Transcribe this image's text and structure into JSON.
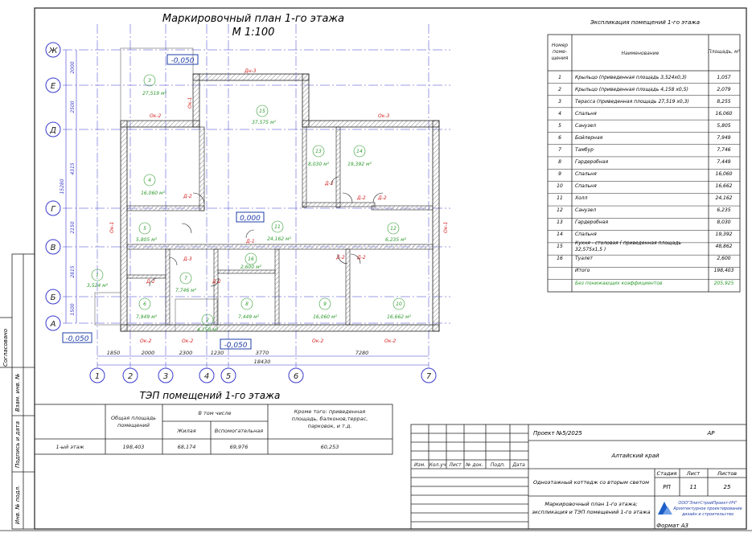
{
  "plan_title": "Маркировочный план 1-го этажа",
  "plan_scale": "М 1:100",
  "levels": [
    "-0,050",
    "0,000",
    "-0,050",
    "-0,050"
  ],
  "axes_letters": [
    "Ж",
    "Е",
    "Д",
    "Г",
    "В",
    "Б",
    "А"
  ],
  "axes_numbers": [
    "1",
    "2",
    "3",
    "4",
    "5",
    "6",
    "7"
  ],
  "dims_top_row": [
    "1850",
    "2000",
    "2300",
    "1230",
    "3770",
    "7280"
  ],
  "dim_total": "18430",
  "dims_left": [
    "2000",
    "2500",
    "4315",
    "2150",
    "2815",
    "1500"
  ],
  "dim_left_total": "15280",
  "openings": [
    "Дн-3",
    "Ок-1",
    "Ок-2",
    "Ок-3",
    "Д-1",
    "Д-2",
    "Д-3"
  ],
  "rooms": [
    {
      "num": "1",
      "area": "3,524 м²"
    },
    {
      "num": "2",
      "area": "4,158 м²"
    },
    {
      "num": "3",
      "area": "27,519 м²"
    },
    {
      "num": "4",
      "area": "16,060 м²"
    },
    {
      "num": "5",
      "area": "5,805 м²"
    },
    {
      "num": "6",
      "area": "7,949 м²"
    },
    {
      "num": "7",
      "area": "7,746 м²"
    },
    {
      "num": "8",
      "area": "7,449 м²"
    },
    {
      "num": "9",
      "area": "16,060 м²"
    },
    {
      "num": "10",
      "area": "16,662 м²"
    },
    {
      "num": "11",
      "area": "24,162 м²"
    },
    {
      "num": "12",
      "area": "6,235 м²"
    },
    {
      "num": "13",
      "area": "8,030 м²"
    },
    {
      "num": "14",
      "area": "19,392 м²"
    },
    {
      "num": "15",
      "area": "37,575 м²"
    },
    {
      "num": "16",
      "area": "2,600 м²"
    }
  ],
  "explication": {
    "title": "Экспликация помещений 1-го этажа",
    "headers": [
      "Номер поме-щения",
      "Наименование",
      "Площадь, м²"
    ],
    "rows": [
      [
        "1",
        "Крыльцо (приведенная площадь 3,524х0,3)",
        "1,057"
      ],
      [
        "2",
        "Крыльцо (приведенная площадь 4,158 х0,5)",
        "2,079"
      ],
      [
        "3",
        "Терасса (приведенная площадь 27,519 х0,3)",
        "8,255"
      ],
      [
        "4",
        "Спальня",
        "16,060"
      ],
      [
        "5",
        "Санузел",
        "5,805"
      ],
      [
        "6",
        "Бойлерная",
        "7,949"
      ],
      [
        "7",
        "Тамбур",
        "7,746"
      ],
      [
        "8",
        "Гардеробная",
        "7,449"
      ],
      [
        "9",
        "Спальня",
        "16,060"
      ],
      [
        "10",
        "Спальня",
        "16,662"
      ],
      [
        "11",
        "Холл",
        "24,162"
      ],
      [
        "12",
        "Санузел",
        "6,235"
      ],
      [
        "13",
        "Гардеробная",
        "8,030"
      ],
      [
        "14",
        "Спальня",
        "19,392"
      ],
      [
        "15",
        "Кухня - столовая ( приведенная площадь 32,575х1,5 )",
        "48,862"
      ],
      [
        "16",
        "Туалет",
        "2,600"
      ],
      [
        "",
        "Итого",
        "198,403"
      ],
      [
        "",
        "Без понижающих коэффициентов",
        "205,925"
      ]
    ]
  },
  "tep": {
    "title": "ТЭП помещений 1-го этажа",
    "h_total": "Общая площадь помещений",
    "h_incl": "В том числе",
    "h_living": "Жилая",
    "h_aux": "Вспомогательная",
    "h_except": "Кроме того: приведенная площадь, балконов,террас, парковок, и т.д.",
    "row_name": "1-ый этаж",
    "v_total": "198,403",
    "v_living": "68,174",
    "v_aux": "69,976",
    "v_except": "60,253"
  },
  "stamp": {
    "project": "Проект №5/2025",
    "code": "АР",
    "region": "Алтайский край",
    "object": "Одноэтажный коттедж со вторым светом",
    "sheet_name": "Маркировочный план 1-го этажа; экспликация и ТЭП помещений 1-го этажа",
    "stage_h": "Стадия",
    "sheet_h": "Лист",
    "sheets_h": "Листов",
    "stage": "РП",
    "sheet": "11",
    "sheets": "25",
    "cols": [
      "Изм.",
      "Кол.уч",
      "Лист",
      "№ док.",
      "Подп.",
      "Дата"
    ],
    "company": "ООО\"ЭлитСтройПроект-НЧ\" Архитектурное проектирование дизайн и строительство",
    "format": "Формат А3"
  },
  "side_labels": [
    "Согласовано",
    "Взам. инв. №",
    "Подпись и дата",
    "Инв. № подл."
  ],
  "colors": {
    "line": "#222222",
    "axis": "#3a3acd",
    "room_num": "#2e9a2e",
    "opening": "#d62424",
    "level": "#1e3ca8",
    "hatch": "#8a8a8a"
  }
}
